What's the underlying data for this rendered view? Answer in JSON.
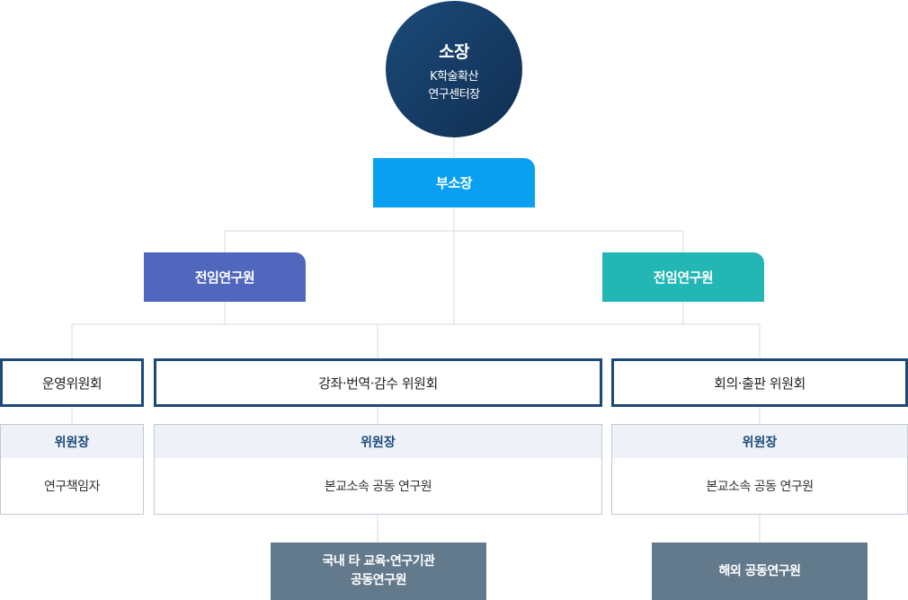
{
  "director": {
    "title": "소장",
    "line1": "K학술확산",
    "line2": "연구센터장"
  },
  "deputy": {
    "label": "부소장",
    "color": "#0aa0f2"
  },
  "researchers": [
    {
      "label": "전임연구원",
      "color": "#5067bd"
    },
    {
      "label": "전임연구원",
      "color": "#22b6b4"
    }
  ],
  "committees": [
    {
      "name": "운영위원회",
      "chair_label": "위원장",
      "chair": "연구책임자"
    },
    {
      "name": "강좌·번역·감수 위원회",
      "chair_label": "위원장",
      "chair": "본교소속 공동 연구원"
    },
    {
      "name": "회의·출판 위원회",
      "chair_label": "위원장",
      "chair": "본교소속 공동 연구원"
    }
  ],
  "external": [
    {
      "line1": "국내 타 교육·연구기관",
      "line2": "공동연구원"
    },
    {
      "line1": "해외 공동연구원"
    }
  ],
  "colors": {
    "navy": "#1b4a79",
    "gray_box": "#637a8d",
    "connector": "#d5dbe1"
  }
}
